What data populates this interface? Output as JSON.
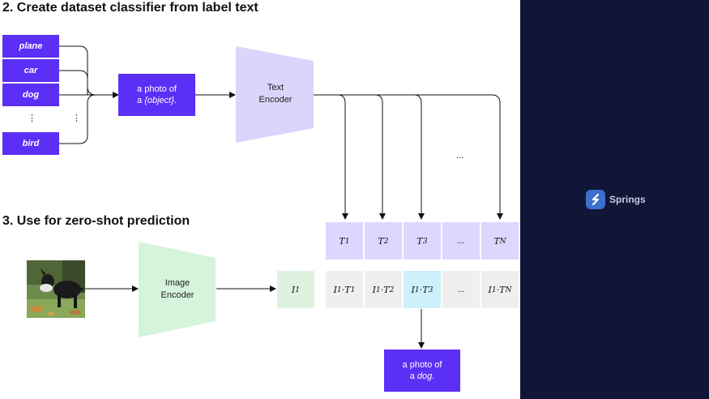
{
  "step2": {
    "heading": "2. Create dataset classifier from label text"
  },
  "step3": {
    "heading": "3. Use for zero-shot prediction"
  },
  "labels": [
    "plane",
    "car",
    "dog",
    "bird"
  ],
  "label_ellipsis": "⋮",
  "prompt": {
    "line1": "a photo of",
    "line2_prefix": "a ",
    "line2_object": "{object}",
    "line2_suffix": "."
  },
  "text_encoder": {
    "line1": "Text",
    "line2": "Encoder"
  },
  "image_encoder": {
    "line1": "Image",
    "line2": "Encoder"
  },
  "between_arrows_ellipsis": "...",
  "text_features": [
    {
      "base": "T",
      "sub": "1"
    },
    {
      "base": "T",
      "sub": "2"
    },
    {
      "base": "T",
      "sub": "3"
    },
    {
      "ellipsis": "..."
    },
    {
      "base": "T",
      "sub": "N"
    }
  ],
  "image_feature": {
    "base": "I",
    "sub": "1"
  },
  "similarities": [
    {
      "a": "I",
      "asub": "1",
      "b": "T",
      "bsub": "1"
    },
    {
      "a": "I",
      "asub": "1",
      "b": "T",
      "bsub": "2"
    },
    {
      "a": "I",
      "asub": "1",
      "b": "T",
      "bsub": "3",
      "highlight": true
    },
    {
      "ellipsis": "..."
    },
    {
      "a": "I",
      "asub": "1",
      "b": "T",
      "bsub": "N"
    }
  ],
  "result": {
    "line1": "a photo of",
    "line2_prefix": "a ",
    "line2_object": "dog",
    "line2_suffix": "."
  },
  "sidebar": {
    "brand": "Springs"
  },
  "colors": {
    "accent": "#5b2ff5",
    "text_feature": "#ddd6ff",
    "image_feature": "#ddf3df",
    "highlight": "#cdf0fb",
    "sidebar": "#111639"
  },
  "icons": {
    "brand_logo": "springs-logo-icon",
    "photo": "dog-photo"
  }
}
